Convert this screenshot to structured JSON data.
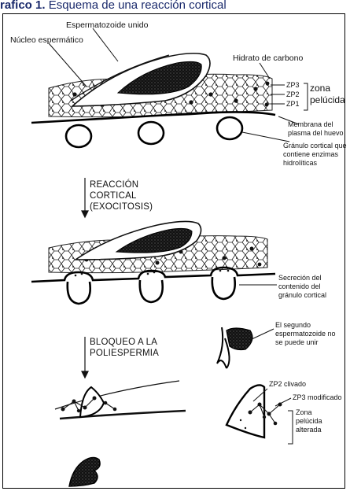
{
  "title": {
    "figure_label": "rafico 1.",
    "text": " Esquema de una reacción cortical"
  },
  "labels": {
    "spermatozoon_bound": "Espermatozoide unido",
    "sperm_nucleus": "Núcleo espermático",
    "carbohydrate": "Hidrato de carbono",
    "zp3": "ZP3",
    "zp2": "ZP2",
    "zp1": "ZP1",
    "zona_line1": "zona",
    "zona_line2": "pelúcida",
    "egg_membrane_1": "Membrana del",
    "egg_membrane_2": "plasma del huevo",
    "cortical_granule_1": "Gránulo cortical que",
    "cortical_granule_2": "contiene enzimas",
    "cortical_granule_3": "hidrolíticas",
    "cortical_reaction_1": "REACCIÓN",
    "cortical_reaction_2": "CORTICAL",
    "cortical_reaction_3": "(EXOCITOSIS)",
    "secretion_1": "Secreción del",
    "secretion_2": "contenido del",
    "secretion_3": "gránulo cortical",
    "second_sperm_1": "El segundo",
    "second_sperm_2": "espermatozoide no",
    "second_sperm_3": "se puede unir",
    "block_1": "BLOQUEO A LA",
    "block_2": "POLIESPERMIA",
    "zp2_cleaved": "ZP2 clivado",
    "zp3_modified": "ZP3 modificado",
    "altered_zona_1": "Zona",
    "altered_zona_2": "pelúcida",
    "altered_zona_3": "alterada"
  }
}
